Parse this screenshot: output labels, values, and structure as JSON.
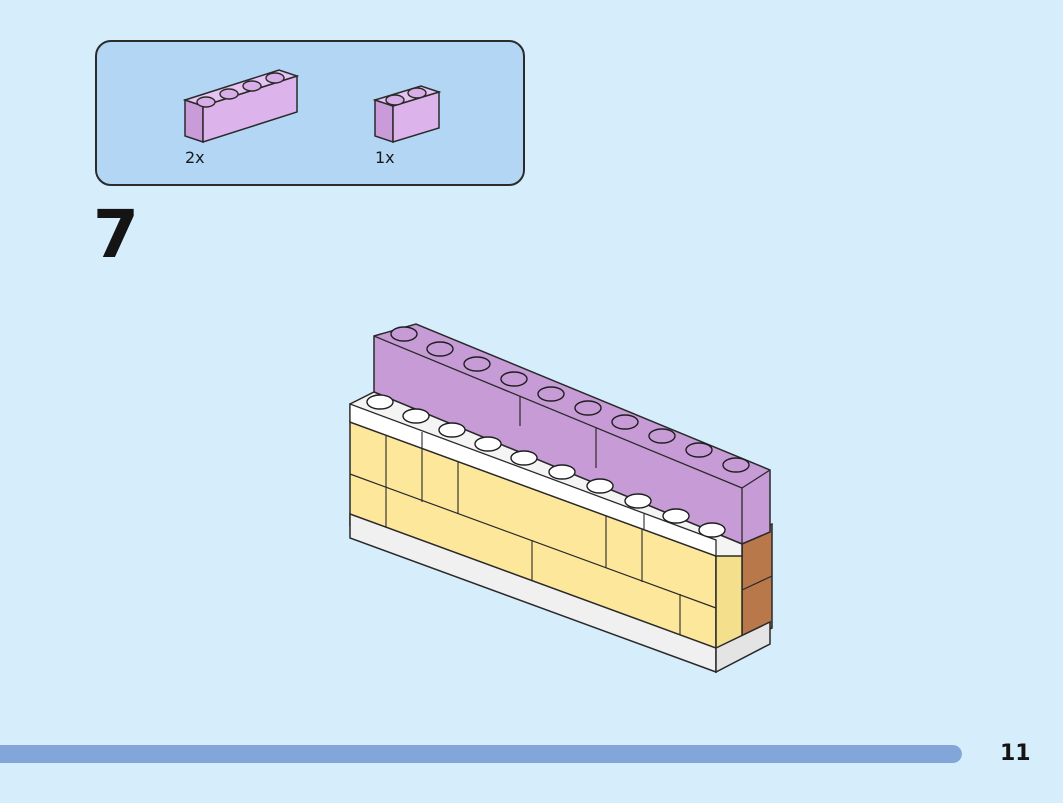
{
  "parts_list": {
    "items": [
      {
        "icon": "lavender-brick-1x4-icon",
        "quantity": "2x",
        "color": "#d8aee8"
      },
      {
        "icon": "lavender-brick-1x2-icon",
        "quantity": "1x",
        "color": "#d8aee8"
      }
    ]
  },
  "step": {
    "number": "7"
  },
  "model": {
    "icon": "brick-wall-assembly-icon",
    "colors": {
      "lavender": "#c79bd6",
      "white": "#f4f4f4",
      "yellow": "#fde79a",
      "brown": "#b9784a"
    }
  },
  "page": {
    "number": "11",
    "progress": 1.0,
    "progress_color": "#82a6d9"
  }
}
